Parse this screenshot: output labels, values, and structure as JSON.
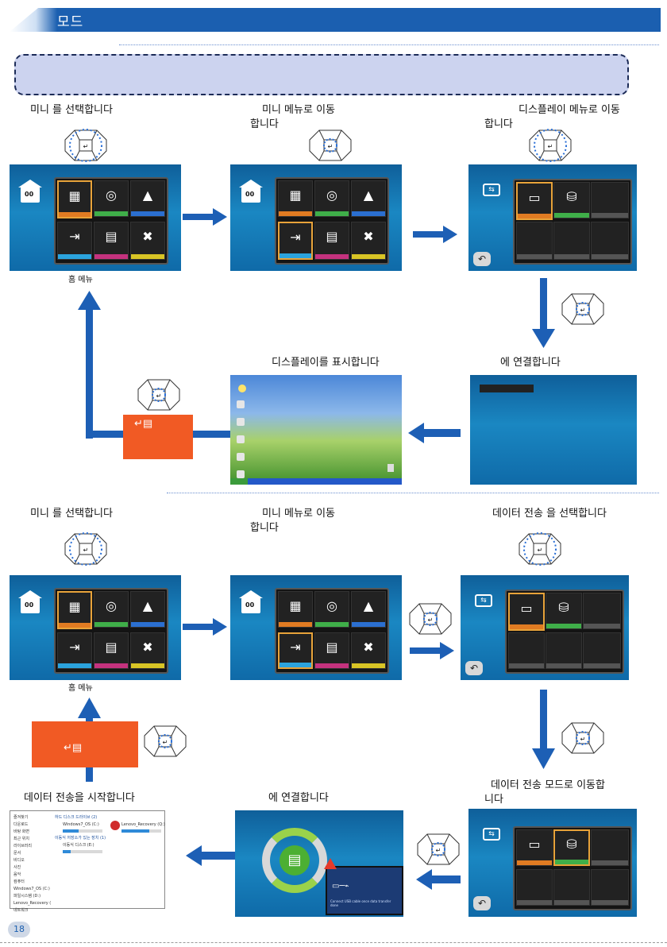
{
  "header": {
    "title": "모드"
  },
  "section1": {
    "captions": {
      "step1": "미니        를 선택합니다",
      "step2_line1": "미니             메뉴로  이동",
      "step2_line2": "합니다",
      "step3_line1": "디스플레이   메뉴로 이동",
      "step3_line2": "합니다",
      "home_menu": "홈 메뉴",
      "step4": "디스플레이를 표시합니다",
      "step5": "에 연결합니다"
    },
    "orange_box": {
      "glyph": "↵▤"
    }
  },
  "section2": {
    "captions": {
      "step1": "미니        를 선택합니다",
      "step2_line1": "미니             메뉴로  이동",
      "step2_line2": "합니다",
      "step3": "데이터 전송  을 선택합니다",
      "home_menu": "홈 메뉴",
      "step4_line1": "데이터 전송   모드로 이동합",
      "step4_line2": "니다",
      "step5": "데이터 전송을 시작합니다",
      "step6": "에 연결합니다"
    },
    "orange_box": {
      "glyph": "↵▤"
    }
  },
  "explorer": {
    "sidebar": [
      "즐겨찾기",
      "다운로드",
      "바탕 화면",
      "최근 위치",
      "라이브러리",
      "문서",
      "비디오",
      "사진",
      "음악",
      "컴퓨터",
      "Windows7_OS (C:)",
      "파일시스템 (D:)",
      "Lenovo_Recovery (",
      "네트워크"
    ],
    "group1": "하드 디스크 드라이브 (2)",
    "drive1": "Windows7_OS (C:)",
    "drive2": "Lenovo_Recovery (Q:)",
    "group2": "이동식 저장소가 있는 장치 (1)",
    "drive3": "이동식 디스크 (E:)"
  },
  "warning_text": "Connect USB cable once data transfer done",
  "page_number": "18",
  "colors": {
    "header": "#1b5fb0",
    "note_fill": "#ccd3ef",
    "arrow": "#1d5fb5",
    "orange": "#f15a24",
    "select": "#e8a33a"
  },
  "icons": [
    "home-icon",
    "usb-icon",
    "back-icon",
    "film-icon",
    "music-disc-icon",
    "photo-icon",
    "input-icon",
    "document-icon",
    "toolbox-icon",
    "remote-dpad-icon",
    "warning-icon",
    "sync-document-icon"
  ]
}
